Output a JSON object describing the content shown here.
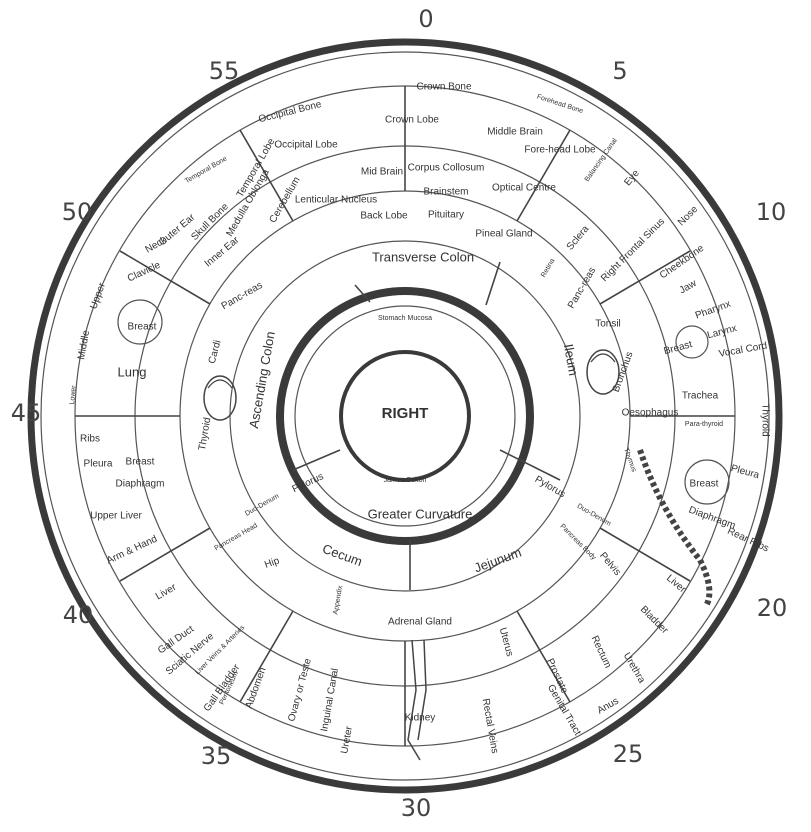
{
  "center": {
    "title": "RIGHT",
    "top_label": "Stomach Mucosa",
    "bottom_label": "James Colton"
  },
  "clock_numbers": [
    "0",
    "5",
    "10",
    "20",
    "25",
    "30",
    "35",
    "40",
    "45",
    "50",
    "55"
  ],
  "middle_ring": {
    "segments": [
      "Transverse Colon",
      "Ileum",
      "Greater Curvature",
      "Ascending Colon"
    ]
  },
  "outer_labels": {
    "top": [
      "Crown Bone",
      "Forehead Bone",
      "Crown Lobe",
      "Occipital Bone",
      "Occipital Lobe",
      "Middle Brain",
      "Fore-head Lobe",
      "Mid Brain",
      "Corpus Collosum",
      "Brainstem",
      "Pituitary",
      "Lenticular Nucleus",
      "Back Lobe",
      "Optical Centre",
      "Pineal Gland",
      "Temporal Bone",
      "Temporal Lobe",
      "Medulla Oblonga",
      "Cerebellum",
      "Skull Bone",
      "Inner Ear",
      "Outer Ear",
      "Neck",
      "Clavicle",
      "Panc-reas"
    ],
    "right": [
      "Balancing Canal",
      "Eye",
      "Sclera",
      "Retina",
      "Right Frontal Sinus",
      "Nose",
      "Cheekbone",
      "Jaw",
      "Panc-reas",
      "Tonsil",
      "Pharynx",
      "Larynx",
      "Vocal Cord",
      "Breast",
      "Bronchus",
      "Trachea",
      "Oesophagus",
      "Para-thyroid",
      "Thyroid",
      "Thymus",
      "Pleura",
      "Breast",
      "Diaphragm",
      "Rear Ribs",
      "Liver",
      "Bladder",
      "Pelvis",
      "Duo-Denum",
      "Pancreas Body",
      "Pylorus",
      "Jejunum"
    ],
    "bottom": [
      "Adrenal Gland",
      "Kidney",
      "Uterus",
      "Prostate",
      "Genital Tract",
      "Rectum",
      "Urethra",
      "Anus",
      "Rectal Veins",
      "Appendix",
      "Inguinal Canal",
      "Ureter",
      "Ovary or Teste",
      "Abdomen",
      "Peritoneum",
      "Cecum"
    ],
    "left": [
      "Upper",
      "Middle",
      "Lower",
      "Breast",
      "Lung",
      "Ribs",
      "Pleura",
      "Breast",
      "Diaphragm",
      "Upper Liver",
      "Cardi",
      "Thyroid",
      "Arm & Hand",
      "Liver",
      "Gall Duct",
      "Sciatic Nerve",
      "Liver Veins & Arteries",
      "Gall Bladder",
      "Hip",
      "Pancreas Head",
      "Duo-Denum",
      "Pylorus"
    ]
  }
}
